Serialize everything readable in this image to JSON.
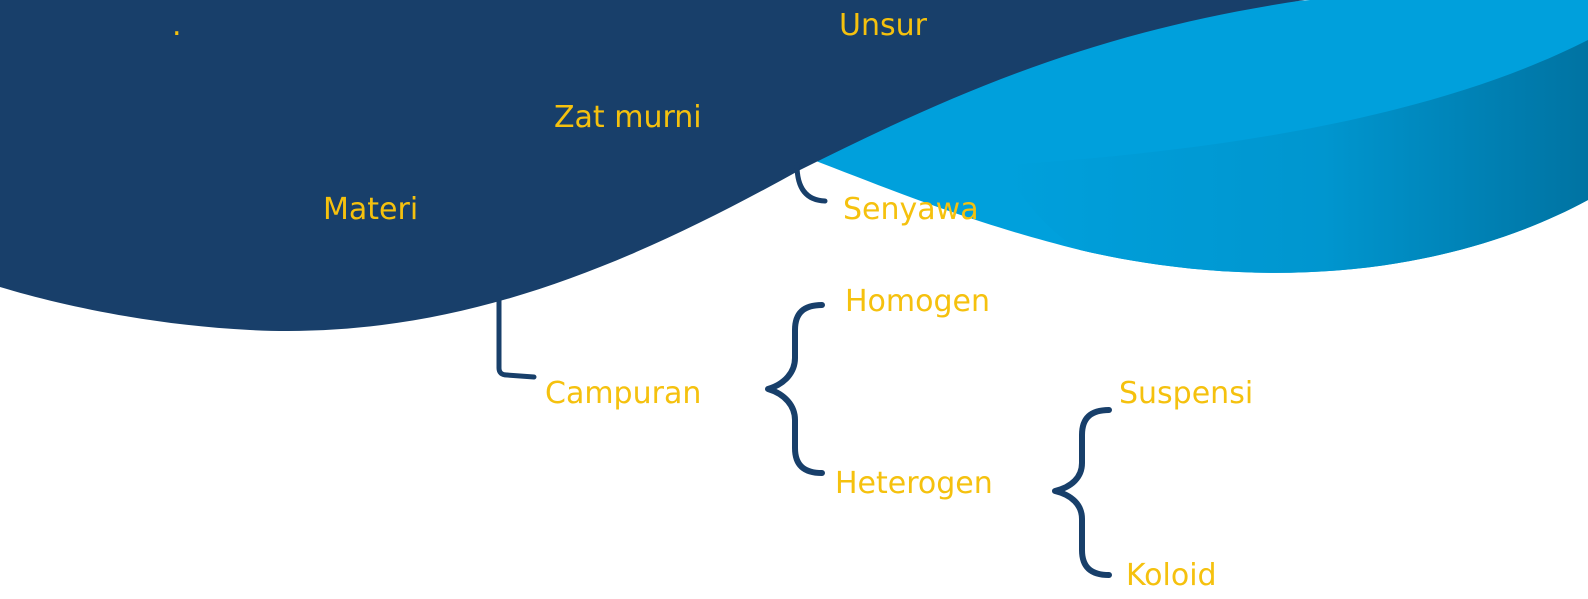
{
  "colors": {
    "navy": "#183f6a",
    "wave_light": "#00a0dc",
    "wave_dark": "#0077a6",
    "label": "#f5c10e",
    "background": "#ffffff"
  },
  "diagram": {
    "marker": ".",
    "nodes": {
      "materi": "Materi",
      "zat_murni": "Zat murni",
      "unsur": "Unsur",
      "senyawa": "Senyawa",
      "campuran": "Campuran",
      "homogen": "Homogen",
      "heterogen": "Heterogen",
      "suspensi": "Suspensi",
      "koloid": "Koloid"
    }
  }
}
